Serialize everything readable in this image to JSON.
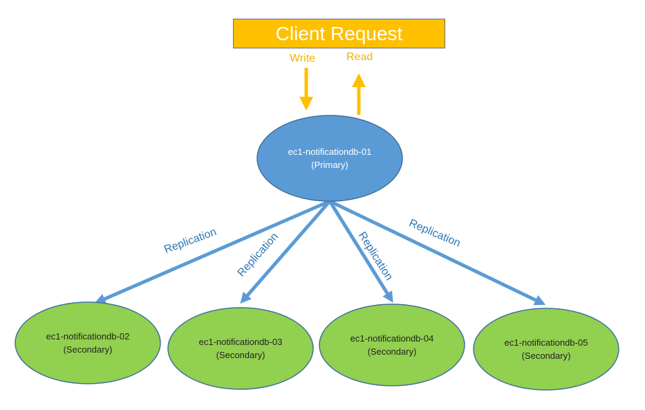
{
  "client": {
    "title": "Client Request",
    "write_label": "Write",
    "read_label": "Read"
  },
  "primary": {
    "name": "ec1-notificationdb-01",
    "role": "(Primary)"
  },
  "secondaries": [
    {
      "name": "ec1-notificationdb-02",
      "role": "(Secondary)"
    },
    {
      "name": "ec1-notificationdb-03",
      "role": "(Secondary)"
    },
    {
      "name": "ec1-notificationdb-04",
      "role": "(Secondary)"
    },
    {
      "name": "ec1-notificationdb-05",
      "role": "(Secondary)"
    }
  ],
  "edges": [
    {
      "label": "Replication"
    },
    {
      "label": "Replication"
    },
    {
      "label": "Replication"
    },
    {
      "label": "Replication"
    }
  ],
  "colors": {
    "client_box": "#ffc000",
    "io_arrows": "#ffc000",
    "primary_fill": "#5b9bd5",
    "primary_stroke": "#41719c",
    "secondary_fill": "#92d050",
    "secondary_stroke": "#41719c",
    "replication_arrows": "#5b9bd5"
  }
}
